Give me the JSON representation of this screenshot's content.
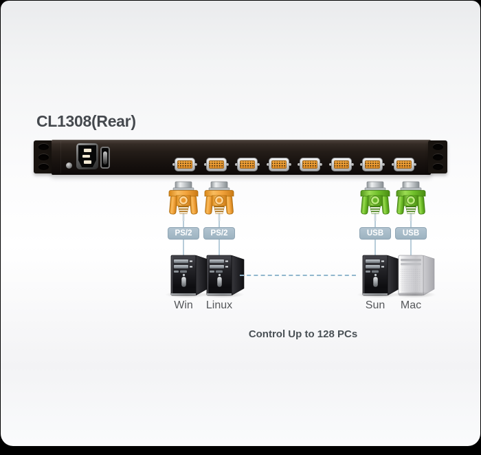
{
  "title": "CL1308(Rear)",
  "caption": "Control Up to 128 PCs",
  "device": {
    "type": "KVM switch rear panel",
    "vga_port_count": 8,
    "features": [
      "rack-mount-ear-left",
      "power-inlet",
      "power-switch",
      "ground-screw",
      "vga-ports",
      "rack-mount-ear-right"
    ]
  },
  "connections": [
    {
      "interface": "PS/2",
      "computer": "Win",
      "connector": "orange-vga",
      "tower_style": "black"
    },
    {
      "interface": "PS/2",
      "computer": "Linux",
      "connector": "orange-vga",
      "tower_style": "black"
    },
    {
      "interface": "USB",
      "computer": "Sun",
      "connector": "green-vga",
      "tower_style": "black"
    },
    {
      "interface": "USB",
      "computer": "Mac",
      "connector": "green-vga",
      "tower_style": "silver"
    }
  ],
  "colors": {
    "ps2_connector": "#f2a33c",
    "usb_connector": "#6fbf2a",
    "badge_background": "#a6bac7",
    "cable": "#b7ccd9",
    "dashed_link": "#90b6cd",
    "rack_body": "#1d1713",
    "port_insert": "#ef9c33",
    "title_text": "#45494e"
  }
}
